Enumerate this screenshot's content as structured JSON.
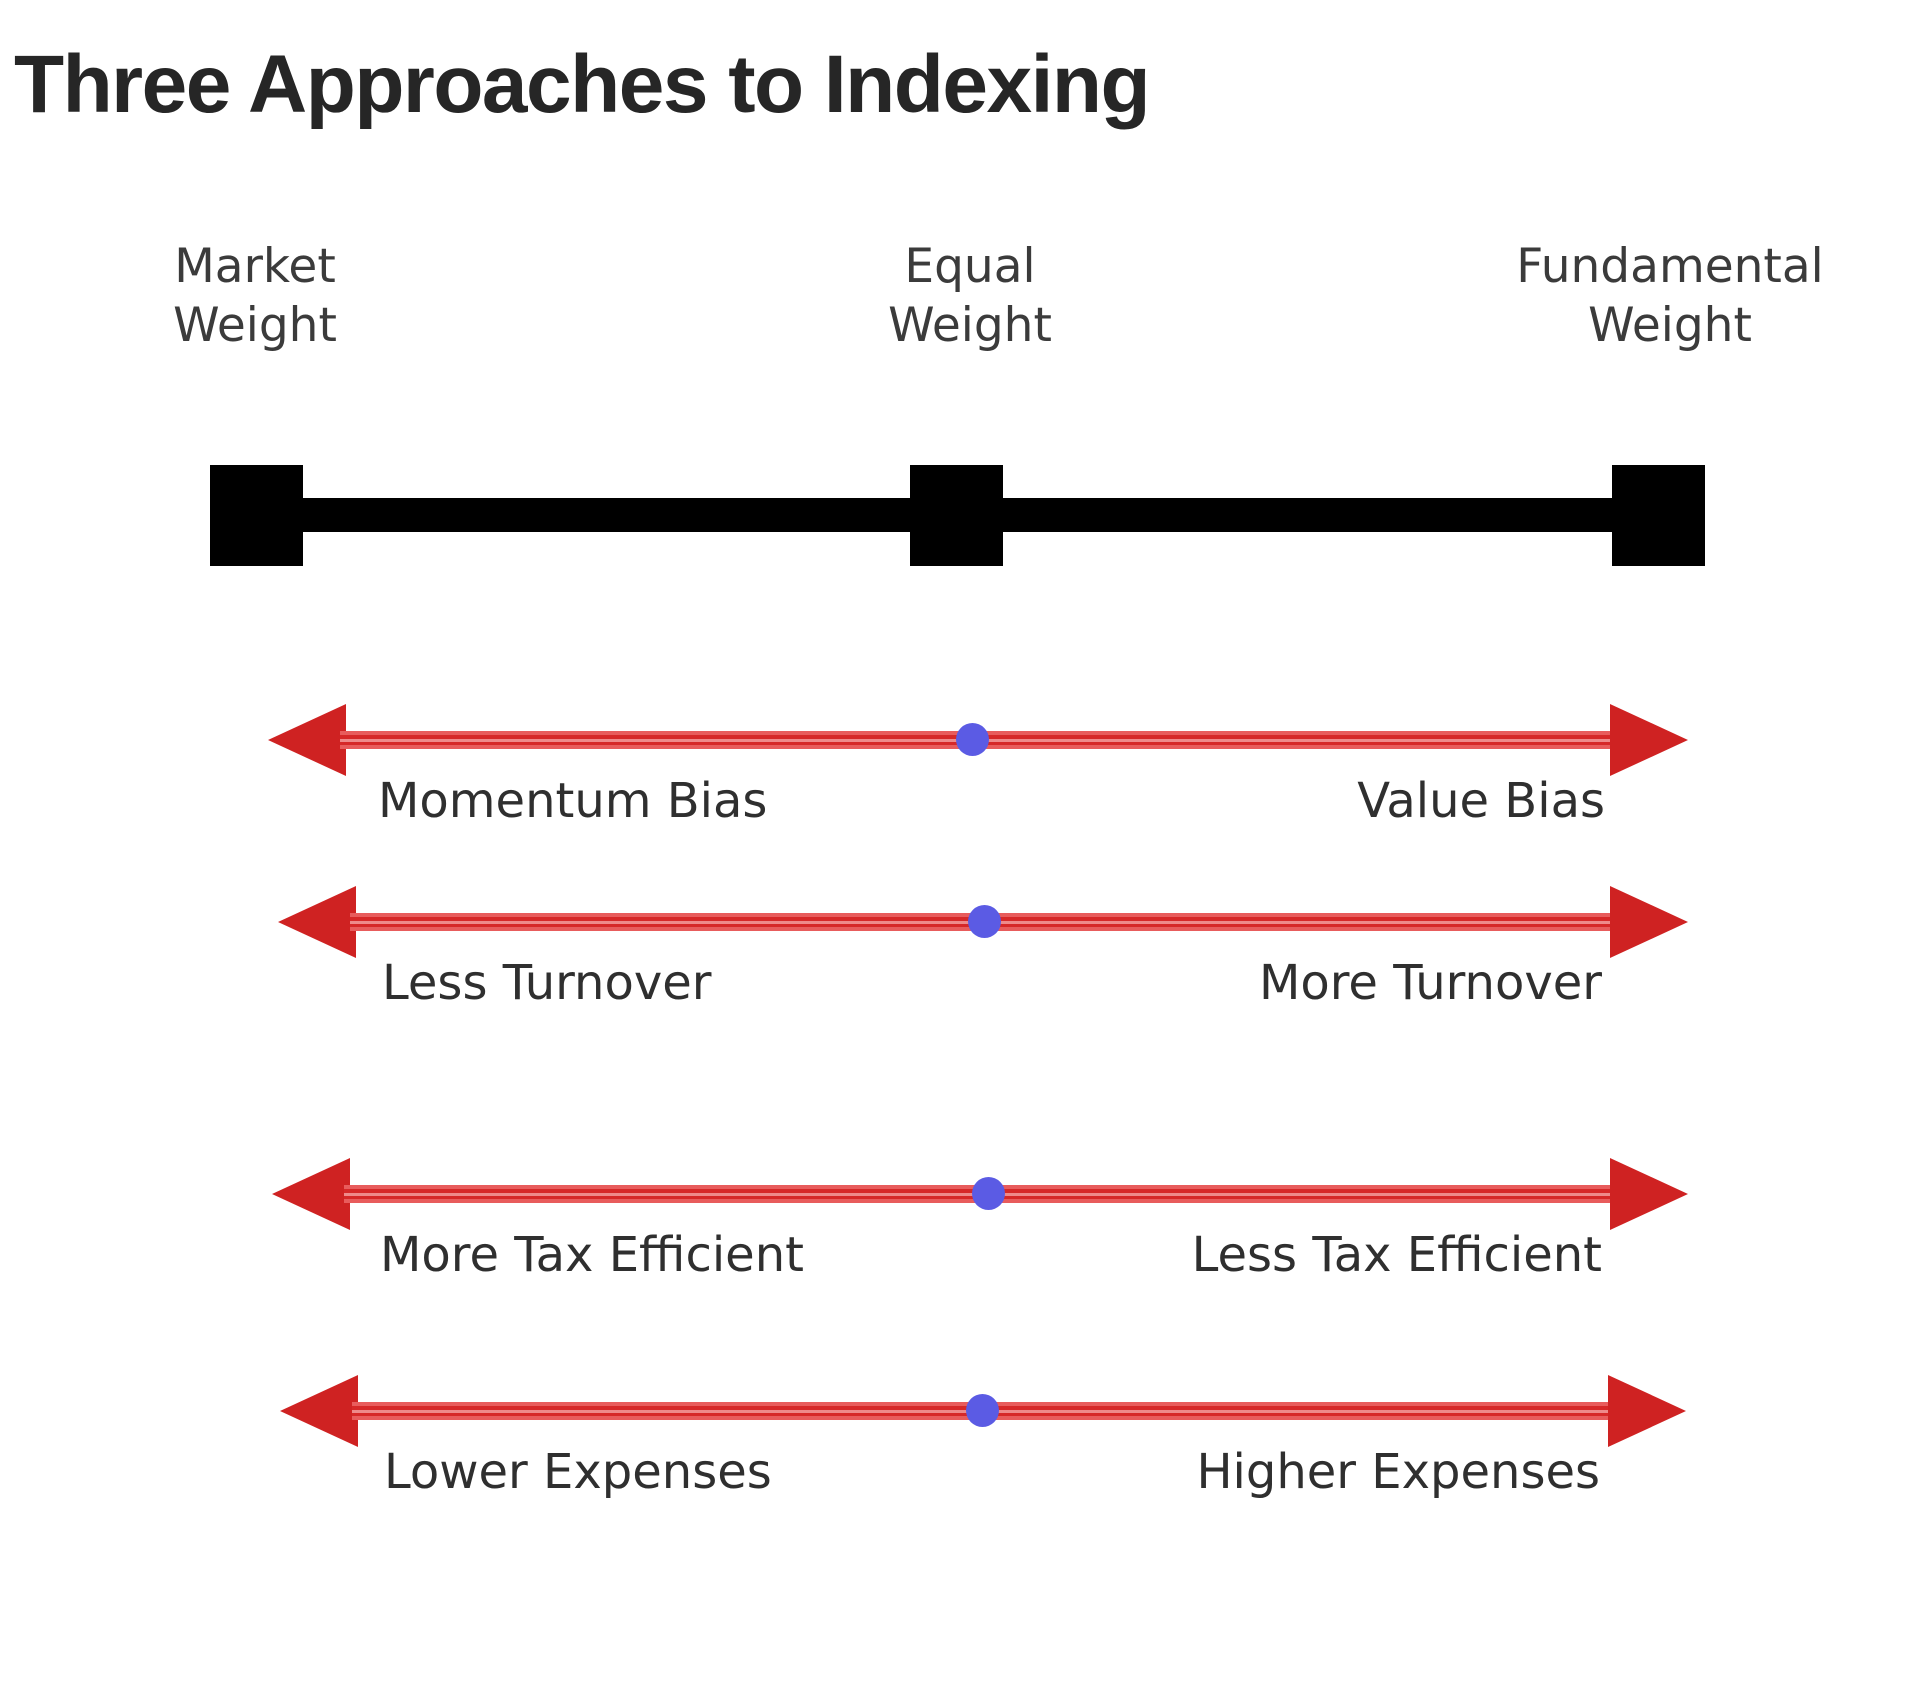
{
  "diagram": {
    "title": "Three Approaches to Indexing",
    "colors": {
      "title": "#262626",
      "bar": "#000000",
      "arrow_red": "#cf2222",
      "arrow_line_light": "#e85c5c",
      "marker_blue": "#5b5be4",
      "label_text": "#2f2f2f",
      "background": "#ffffff"
    },
    "scale": {
      "nodes": [
        {
          "line1": "Market",
          "line2": "Weight",
          "position_pct": 0
        },
        {
          "line1": "Equal",
          "line2": "Weight",
          "position_pct": 50
        },
        {
          "line1": "Fundamental",
          "line2": "Weight",
          "position_pct": 100
        }
      ]
    },
    "spectrums": [
      {
        "name": "bias",
        "left_label": "Momentum Bias",
        "right_label": "Value Bias",
        "marker_position_pct": 50
      },
      {
        "name": "turnover",
        "left_label": "Less Turnover",
        "right_label": "More Turnover",
        "marker_position_pct": 50
      },
      {
        "name": "tax-efficiency",
        "left_label": "More Tax Efficient",
        "right_label": "Less Tax Efficient",
        "marker_position_pct": 50
      },
      {
        "name": "expenses",
        "left_label": "Lower Expenses",
        "right_label": "Higher Expenses",
        "marker_position_pct": 50
      }
    ]
  }
}
